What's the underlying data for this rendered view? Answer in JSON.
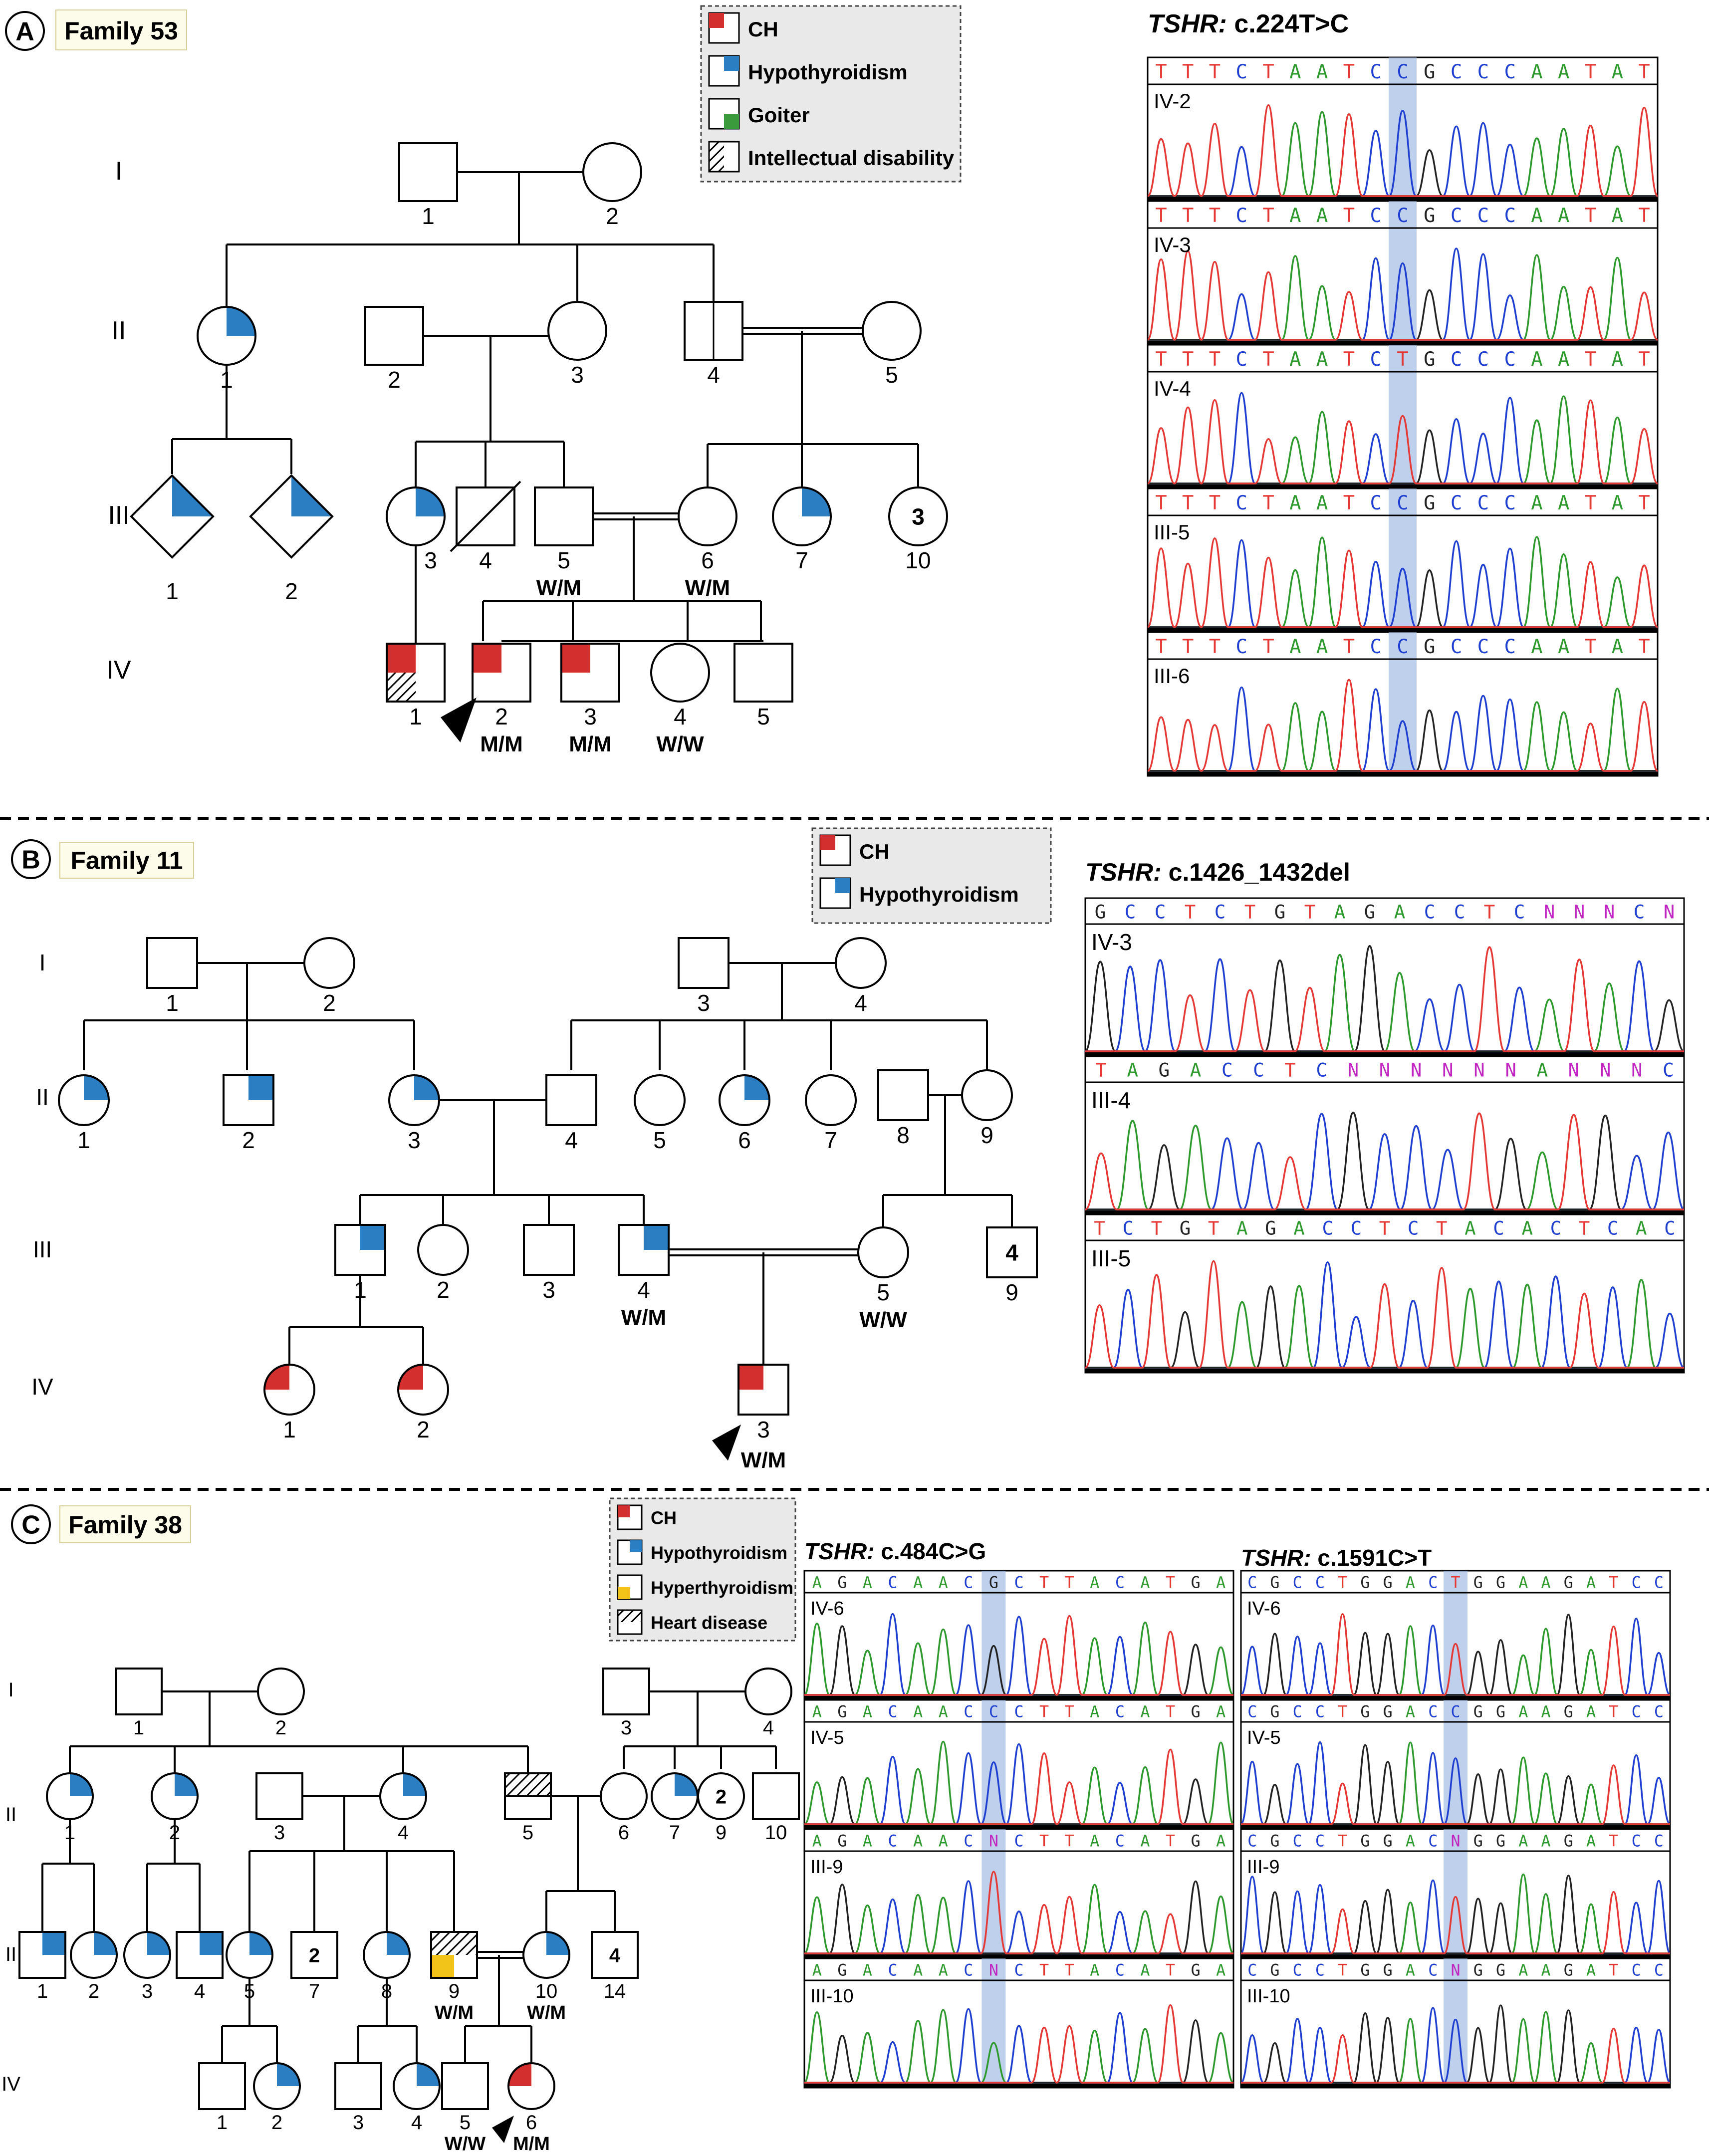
{
  "colors": {
    "ch": "#d32f2f",
    "hypothyroidism": "#2b7ec1",
    "goiter": "#3b9a3b",
    "hyperthyroidism": "#f2c318",
    "highlight": "#9db7e3",
    "trace_a": "#e53935",
    "trace_c": "#1e3fd0",
    "trace_g": "#222222",
    "trace_t": "#2e9a2e"
  },
  "panels": [
    {
      "letter": "A",
      "family": "Family 53",
      "legend": [
        {
          "kind": "ch",
          "label": "CH"
        },
        {
          "kind": "hypo",
          "label": "Hypothyroidism"
        },
        {
          "kind": "goiter",
          "label": "Goiter"
        },
        {
          "kind": "intellectual",
          "label": "Intellectual disability"
        }
      ],
      "generations": [
        "I",
        "II",
        "III",
        "IV"
      ],
      "individuals": [
        {
          "id": "I-1",
          "num": "1"
        },
        {
          "id": "I-2",
          "num": "2"
        },
        {
          "id": "II-1",
          "num": "1"
        },
        {
          "id": "II-2",
          "num": "2"
        },
        {
          "id": "II-3",
          "num": "3"
        },
        {
          "id": "II-4",
          "num": "4"
        },
        {
          "id": "II-5",
          "num": "5"
        },
        {
          "id": "III-1",
          "num": "1"
        },
        {
          "id": "III-2",
          "num": "2"
        },
        {
          "id": "III-3",
          "num": "3"
        },
        {
          "id": "III-4",
          "num": "4"
        },
        {
          "id": "III-5",
          "num": "5",
          "genotype": "W/M"
        },
        {
          "id": "III-6",
          "num": "6",
          "genotype": "W/M"
        },
        {
          "id": "III-7",
          "num": "7"
        },
        {
          "id": "III-10",
          "num": "10",
          "inner": "3"
        },
        {
          "id": "IV-1",
          "num": "1"
        },
        {
          "id": "IV-2",
          "num": "2",
          "genotype": "M/M"
        },
        {
          "id": "IV-3",
          "num": "3",
          "genotype": "M/M"
        },
        {
          "id": "IV-4",
          "num": "4",
          "genotype": "W/W"
        },
        {
          "id": "IV-5",
          "num": "5"
        }
      ],
      "variants": [
        {
          "gene": "TSHR:",
          "change": "c.224T>C",
          "tracks": [
            {
              "sample": "IV-2",
              "sequence": "TTTCTAATCCGCCCAATAT"
            },
            {
              "sample": "IV-3",
              "sequence": "TTTCTAATCCGCCCAATAT"
            },
            {
              "sample": "IV-4",
              "sequence": "TTTCTAATCTGCCCAATAT"
            },
            {
              "sample": "III-5",
              "sequence": "TTTCTAATCCGCCCAATAT"
            },
            {
              "sample": "III-6",
              "sequence": "TTTCTAATCCGCCCAATAT"
            }
          ]
        }
      ]
    },
    {
      "letter": "B",
      "family": "Family 11",
      "legend": [
        {
          "kind": "ch",
          "label": "CH"
        },
        {
          "kind": "hypo",
          "label": "Hypothyroidism"
        }
      ],
      "generations": [
        "I",
        "II",
        "III",
        "IV"
      ],
      "individuals": [
        {
          "id": "I-1",
          "num": "1"
        },
        {
          "id": "I-2",
          "num": "2"
        },
        {
          "id": "I-3",
          "num": "3"
        },
        {
          "id": "I-4",
          "num": "4"
        },
        {
          "id": "II-1",
          "num": "1"
        },
        {
          "id": "II-2",
          "num": "2"
        },
        {
          "id": "II-3",
          "num": "3"
        },
        {
          "id": "II-4",
          "num": "4"
        },
        {
          "id": "II-5",
          "num": "5"
        },
        {
          "id": "II-6",
          "num": "6"
        },
        {
          "id": "II-7",
          "num": "7"
        },
        {
          "id": "II-8",
          "num": "8"
        },
        {
          "id": "II-9",
          "num": "9"
        },
        {
          "id": "III-1",
          "num": "1"
        },
        {
          "id": "III-2",
          "num": "2"
        },
        {
          "id": "III-3",
          "num": "3"
        },
        {
          "id": "III-4",
          "num": "4",
          "genotype": "W/M"
        },
        {
          "id": "III-5",
          "num": "5",
          "genotype": "W/W"
        },
        {
          "id": "III-9",
          "num": "9",
          "inner": "4"
        },
        {
          "id": "IV-1",
          "num": "1"
        },
        {
          "id": "IV-2",
          "num": "2"
        },
        {
          "id": "IV-3",
          "num": "3",
          "genotype": "W/M"
        }
      ],
      "variants": [
        {
          "gene": "TSHR:",
          "change": "c.1426_1432del",
          "tracks": [
            {
              "sample": "IV-3",
              "sequence": "GCCTCTGTAGACCTCNNNCN"
            },
            {
              "sample": "III-4",
              "sequence": "TAGACCTCNNNNNNANNNC"
            },
            {
              "sample": "III-5",
              "sequence": "TCTGTAGACCTCTACACTCAC"
            }
          ]
        }
      ]
    },
    {
      "letter": "C",
      "family": "Family 38",
      "legend": [
        {
          "kind": "ch",
          "label": "CH"
        },
        {
          "kind": "hypo",
          "label": "Hypothyroidism"
        },
        {
          "kind": "hyper",
          "label": "Hyperthyroidism"
        },
        {
          "kind": "heart",
          "label": "Heart disease"
        }
      ],
      "generations": [
        "I",
        "II",
        "II",
        "IV"
      ],
      "individuals": [
        {
          "id": "I-1",
          "num": "1"
        },
        {
          "id": "I-2",
          "num": "2"
        },
        {
          "id": "I-3",
          "num": "3"
        },
        {
          "id": "I-4",
          "num": "4"
        },
        {
          "id": "II-1",
          "num": "1"
        },
        {
          "id": "II-2",
          "num": "2"
        },
        {
          "id": "II-3",
          "num": "3"
        },
        {
          "id": "II-4",
          "num": "4"
        },
        {
          "id": "II-5",
          "num": "5"
        },
        {
          "id": "II-6",
          "num": "6"
        },
        {
          "id": "II-7",
          "num": "7"
        },
        {
          "id": "II-9",
          "num": "9",
          "inner": "2"
        },
        {
          "id": "II-10",
          "num": "10"
        },
        {
          "id": "III-1",
          "num": "1"
        },
        {
          "id": "III-2",
          "num": "2"
        },
        {
          "id": "III-3",
          "num": "3"
        },
        {
          "id": "III-4",
          "num": "4"
        },
        {
          "id": "III-5",
          "num": "5"
        },
        {
          "id": "III-7",
          "num": "7",
          "inner": "2"
        },
        {
          "id": "III-8",
          "num": "8"
        },
        {
          "id": "III-9",
          "num": "9",
          "genotype": "W/M"
        },
        {
          "id": "III-10",
          "num": "10",
          "genotype": "W/M"
        },
        {
          "id": "III-14",
          "num": "14",
          "inner": "4"
        },
        {
          "id": "IV-1",
          "num": "1"
        },
        {
          "id": "IV-2",
          "num": "2"
        },
        {
          "id": "IV-3",
          "num": "3"
        },
        {
          "id": "IV-4",
          "num": "4"
        },
        {
          "id": "IV-5",
          "num": "5",
          "genotype": "W/W"
        },
        {
          "id": "IV-6",
          "num": "6",
          "genotype": "M/M"
        }
      ],
      "variants": [
        {
          "gene": "TSHR:",
          "change": "c.484C>G",
          "tracks": [
            {
              "sample": "IV-6",
              "sequence": "AGACAACGCTTACATGA"
            },
            {
              "sample": "IV-5",
              "sequence": "AGACAACCCTTACATGA"
            },
            {
              "sample": "III-9",
              "sequence": "AGACAACNCTTACATGA"
            },
            {
              "sample": "III-10",
              "sequence": "AGACAACNCTTACATGA"
            }
          ]
        },
        {
          "gene": "TSHR:",
          "change": "c.1591C>T",
          "tracks": [
            {
              "sample": "IV-6",
              "sequence": "CGCCTGGACTGGAAGATCC"
            },
            {
              "sample": "IV-5",
              "sequence": "CGCCTGGACCGGAAGATCC"
            },
            {
              "sample": "III-9",
              "sequence": "CGCCTGGACNGGAAGATCC"
            },
            {
              "sample": "III-10",
              "sequence": "CGCCTGGACNGGAAGATCC"
            }
          ]
        }
      ]
    }
  ]
}
